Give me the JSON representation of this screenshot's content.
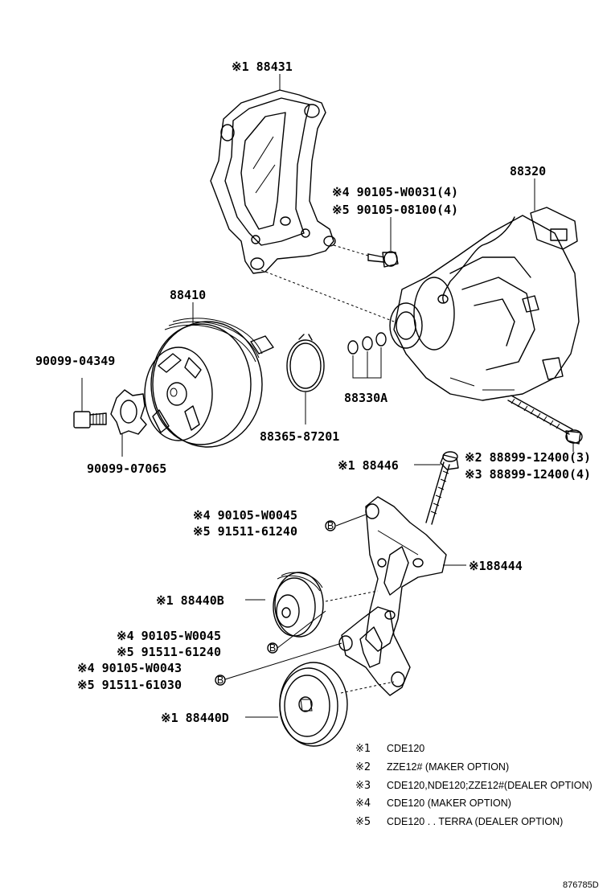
{
  "labels": {
    "bracket_top": "※1 88431",
    "compressor": "88320",
    "bolt_a_1": "※4 90105-W0031(4)",
    "bolt_a_2": "※5 90105-08100(4)",
    "pulley": "88410",
    "bolt_b": "90099-04349",
    "snap_ring": "88365-87201",
    "washer": "90099-07065",
    "shims": "88330A",
    "bolt_c_1": "※2 88899-12400(3)",
    "bolt_c_2": "※3 88899-12400(4)",
    "bolt_d": "※1 88446",
    "bolt_e_1": "※4 90105-W0045",
    "bolt_e_2": "※5 91511-61240",
    "bracket_low": "※188444",
    "idler_b": "※1 88440B",
    "bolt_f_1": "※4 90105-W0045",
    "bolt_f_2": "※5 91511-61240",
    "bolt_g_1": "※4 90105-W0043",
    "bolt_g_2": "※5 91511-61030",
    "idler_d": "※1 88440D",
    "ref_marker": "B"
  },
  "notes": [
    {
      "mark": "※1",
      "text": "CDE120"
    },
    {
      "mark": "※2",
      "text": "ZZE12# (MAKER OPTION)"
    },
    {
      "mark": "※3",
      "text": "CDE120,NDE120;ZZE12#(DEALER OPTION)"
    },
    {
      "mark": "※4",
      "text": "CDE120 (MAKER OPTION)"
    },
    {
      "mark": "※5",
      "text": "CDE120 . . TERRA (DEALER OPTION)"
    }
  ],
  "doc_id": "876785D"
}
